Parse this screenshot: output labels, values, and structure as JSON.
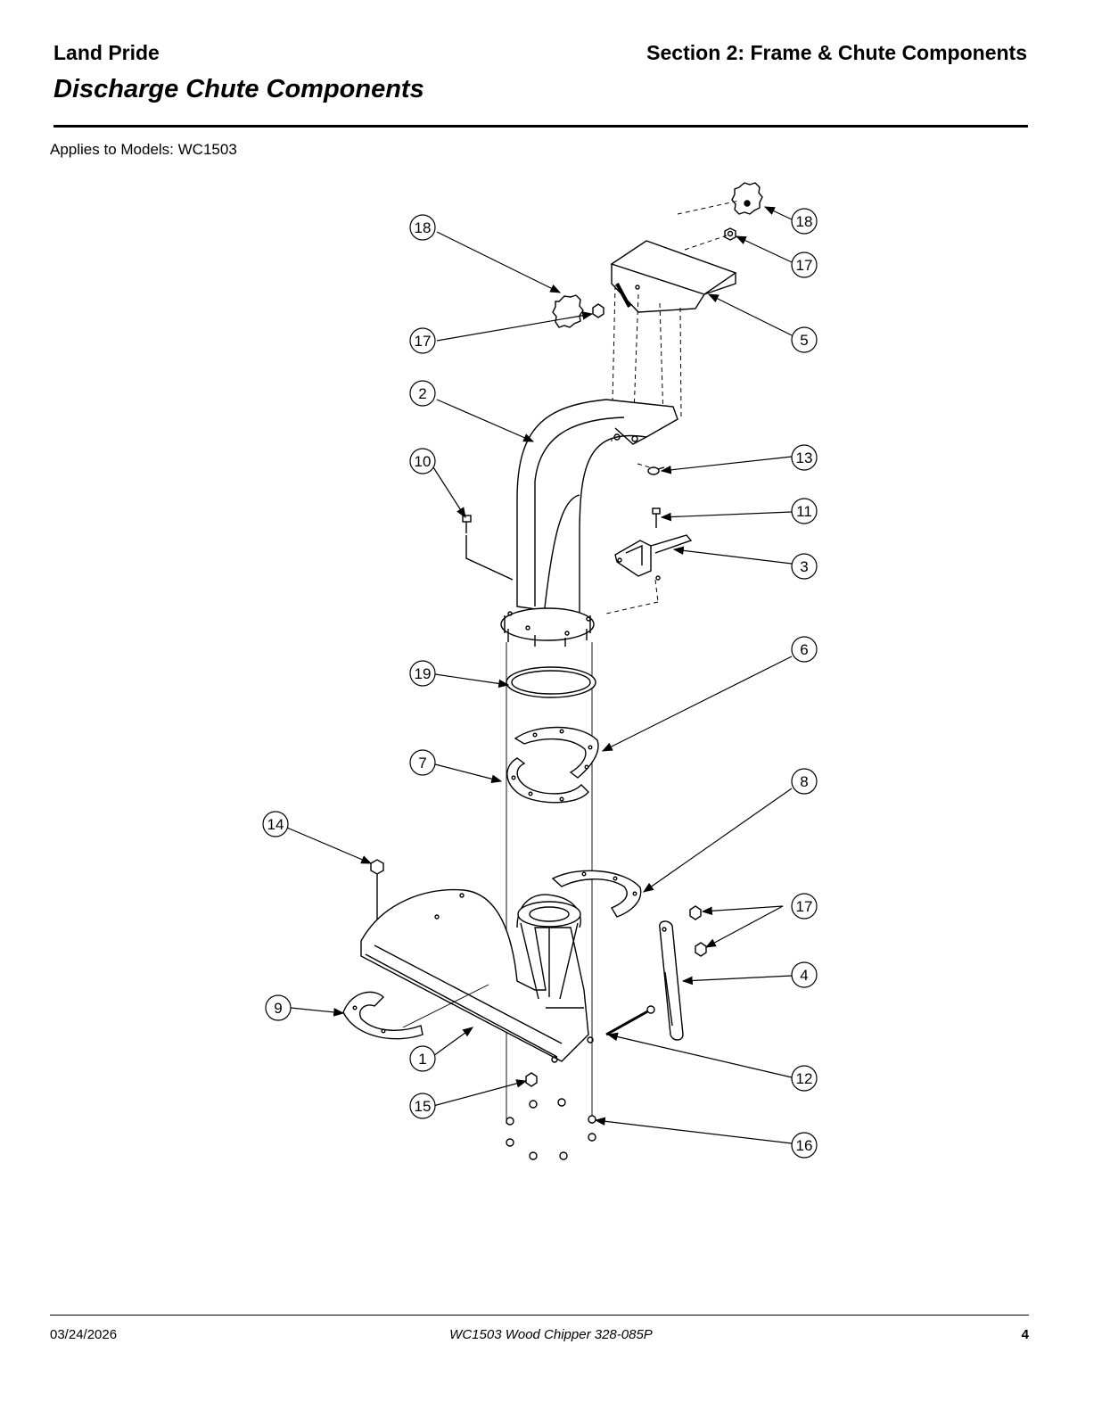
{
  "header": {
    "brand": "Land Pride",
    "section": "Section 2: Frame & Chute Components",
    "title": "Discharge Chute Components"
  },
  "applies_to": "Applies to Models: WC1503",
  "callouts": [
    "18",
    "17",
    "5",
    "18",
    "17",
    "2",
    "13",
    "10",
    "11",
    "3",
    "19",
    "6",
    "7",
    "8",
    "14",
    "17",
    "4",
    "9",
    "1",
    "12",
    "15",
    "16"
  ],
  "footer": {
    "date": "03/24/2026",
    "document": "WC1503  Wood Chipper  328-085P",
    "page": "4"
  }
}
